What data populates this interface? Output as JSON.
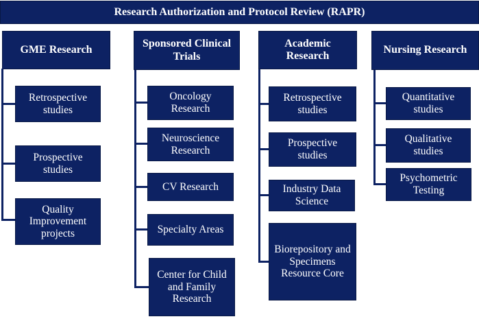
{
  "title": "Research Authorization and Protocol Review (RAPR)",
  "colors": {
    "box_fill": "#0d2263",
    "box_text": "#ffffff",
    "background": "#ffffff"
  },
  "columns": [
    {
      "header": "GME Research",
      "children": [
        "Retrospective studies",
        "Prospective studies",
        "Quality Improvement projects"
      ]
    },
    {
      "header": "Sponsored Clinical Trials",
      "children": [
        "Oncology Research",
        "Neuroscience Research",
        "CV Research",
        "Specialty Areas",
        "Center for Child and Family Research"
      ]
    },
    {
      "header": "Academic Research",
      "children": [
        "Retrospective studies",
        "Prospective studies",
        "Industry Data Science",
        "Biorepository and Specimens Resource Core"
      ]
    },
    {
      "header": "Nursing Research",
      "children": [
        "Quantitative studies",
        "Qualitative studies",
        "Psychometric Testing"
      ]
    }
  ]
}
